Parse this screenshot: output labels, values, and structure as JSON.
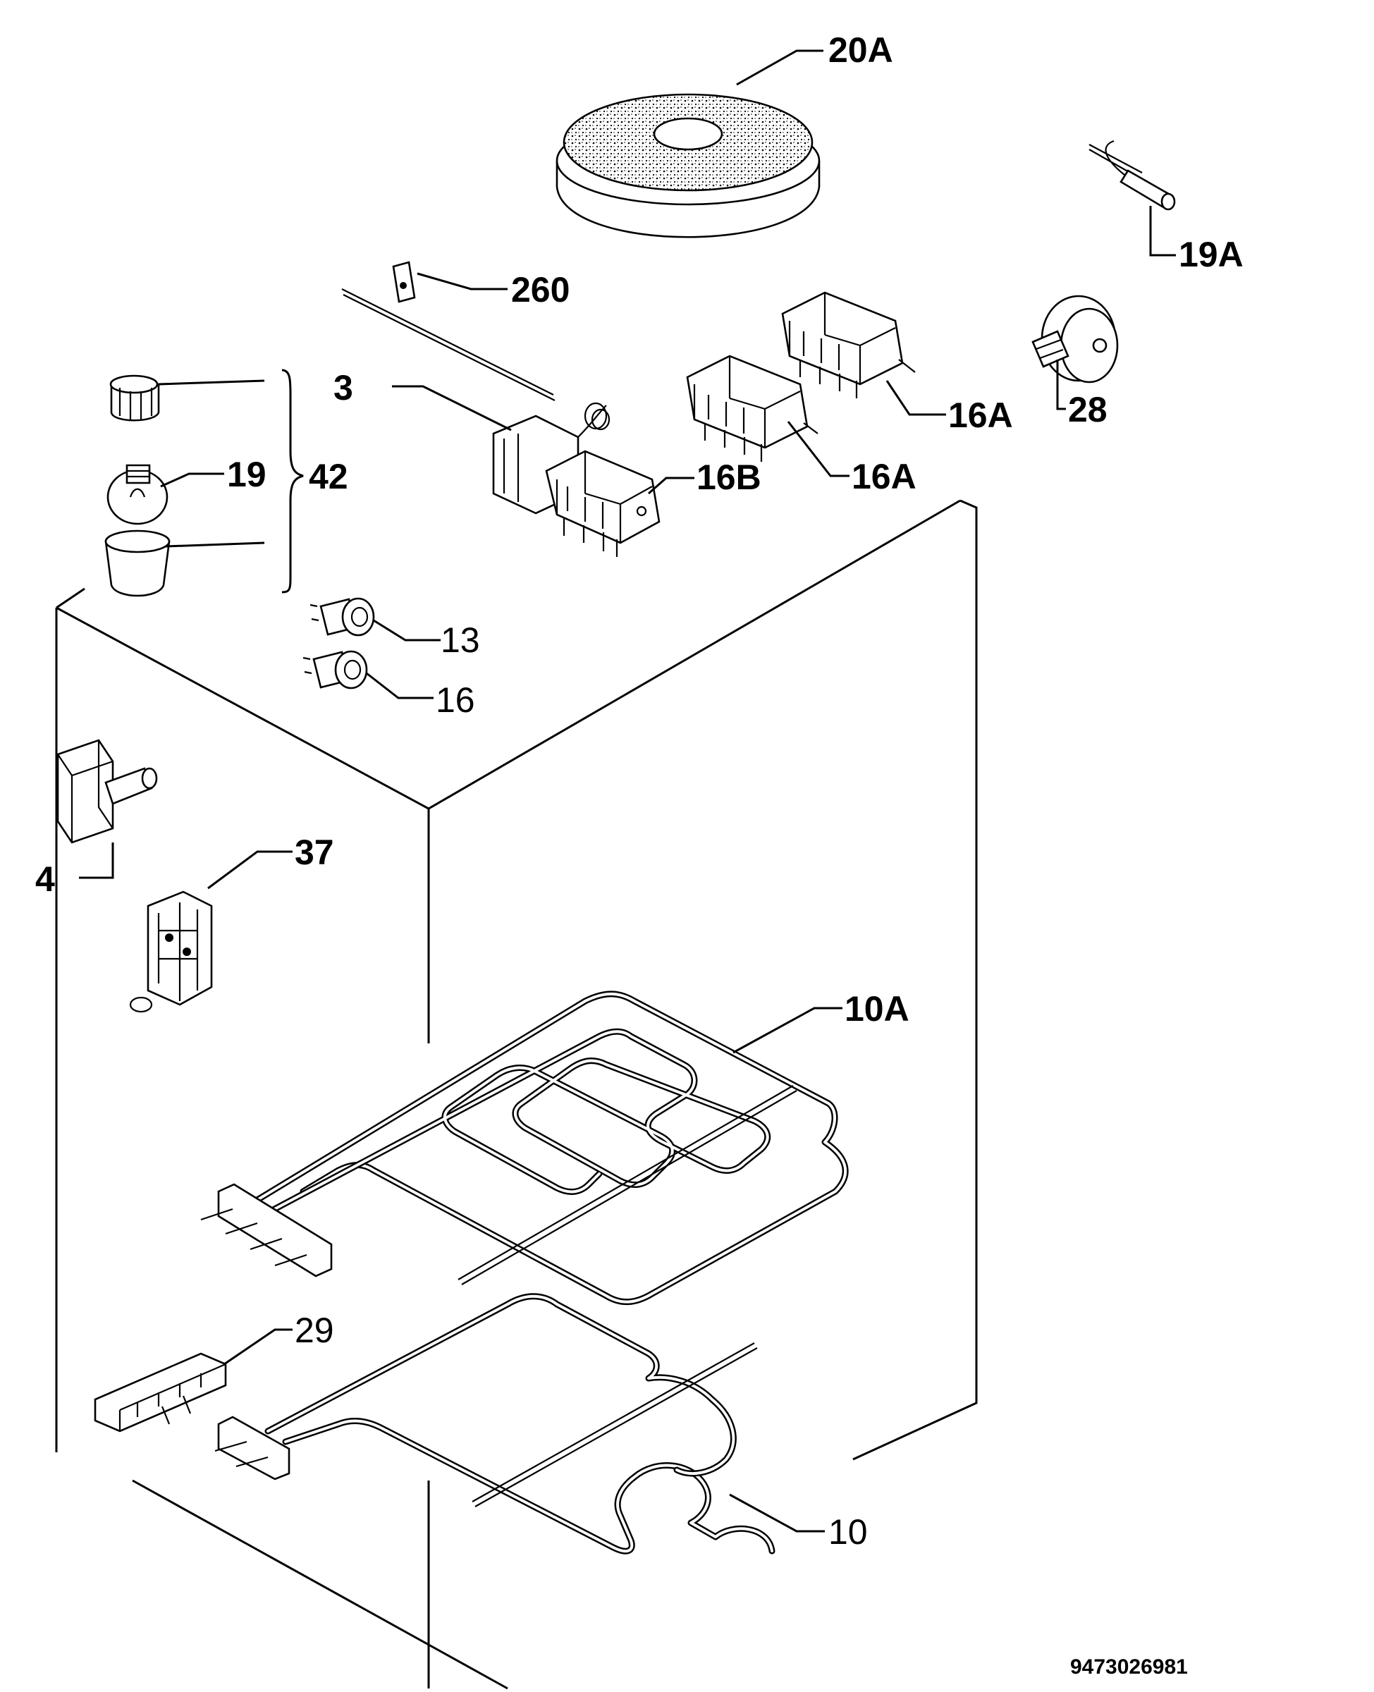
{
  "labels": {
    "l20A": "20A",
    "l19A": "19A",
    "l260": "260",
    "l3": "3",
    "l28": "28",
    "l16A_upper": "16A",
    "l16A_lower": "16A",
    "l16B": "16B",
    "l19": "19",
    "l42": "42",
    "l13": "13",
    "l16": "16",
    "l4": "4",
    "l37": "37",
    "l10A": "10A",
    "l29": "29",
    "l10": "10"
  },
  "drawing_number": "9473026981"
}
